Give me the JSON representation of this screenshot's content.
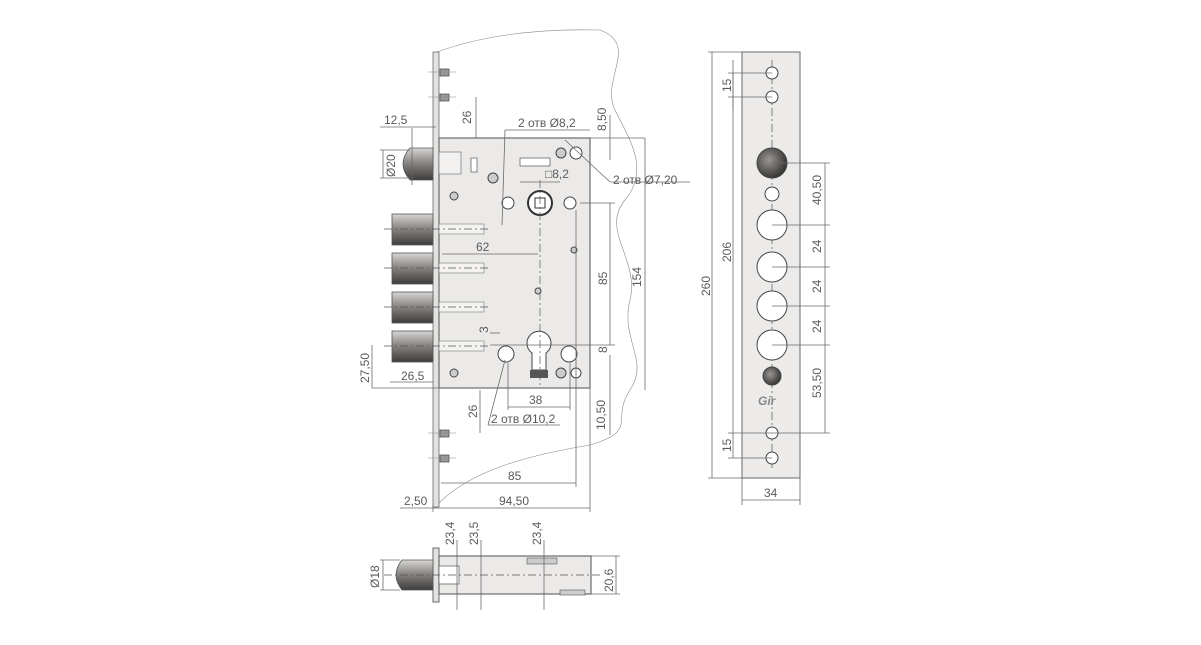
{
  "front_view": {
    "dim_backset_latch": "12,5",
    "dim_top_pin": "26",
    "holes_8_2": "2 отв Ø8,2",
    "dim_8_50": "8,50",
    "dim_latch_dia": "Ø20",
    "square_8_2": "□8,2",
    "holes_7_20": "2 отв Ø7,20",
    "dim_62": "62",
    "dim_85_vertical": "85",
    "dim_154": "154",
    "dim_3": "3",
    "dim_8": "8",
    "dim_27_50": "27,50",
    "dim_26_5": "26,5",
    "dim_38": "38",
    "dim_26_bottom": "26",
    "holes_10_2": "2 отв Ø10,2",
    "dim_10_50": "10,50",
    "dim_85_horizontal": "85",
    "dim_2_50": "2,50",
    "dim_94_50": "94,50"
  },
  "strike_plate": {
    "dim_15_top": "15",
    "dim_206": "206",
    "dim_260": "260",
    "dim_40_50": "40,50",
    "dim_24_a": "24",
    "dim_24_b": "24",
    "dim_24_c": "24",
    "dim_53_50": "53,50",
    "dim_15_bottom": "15",
    "dim_34": "34",
    "logo": "Gir"
  },
  "bottom_view": {
    "dim_23_4_a": "23,4",
    "dim_23_5": "23,5",
    "dim_23_4_b": "23,4",
    "dim_18": "Ø18",
    "dim_20_6": "20,6"
  }
}
